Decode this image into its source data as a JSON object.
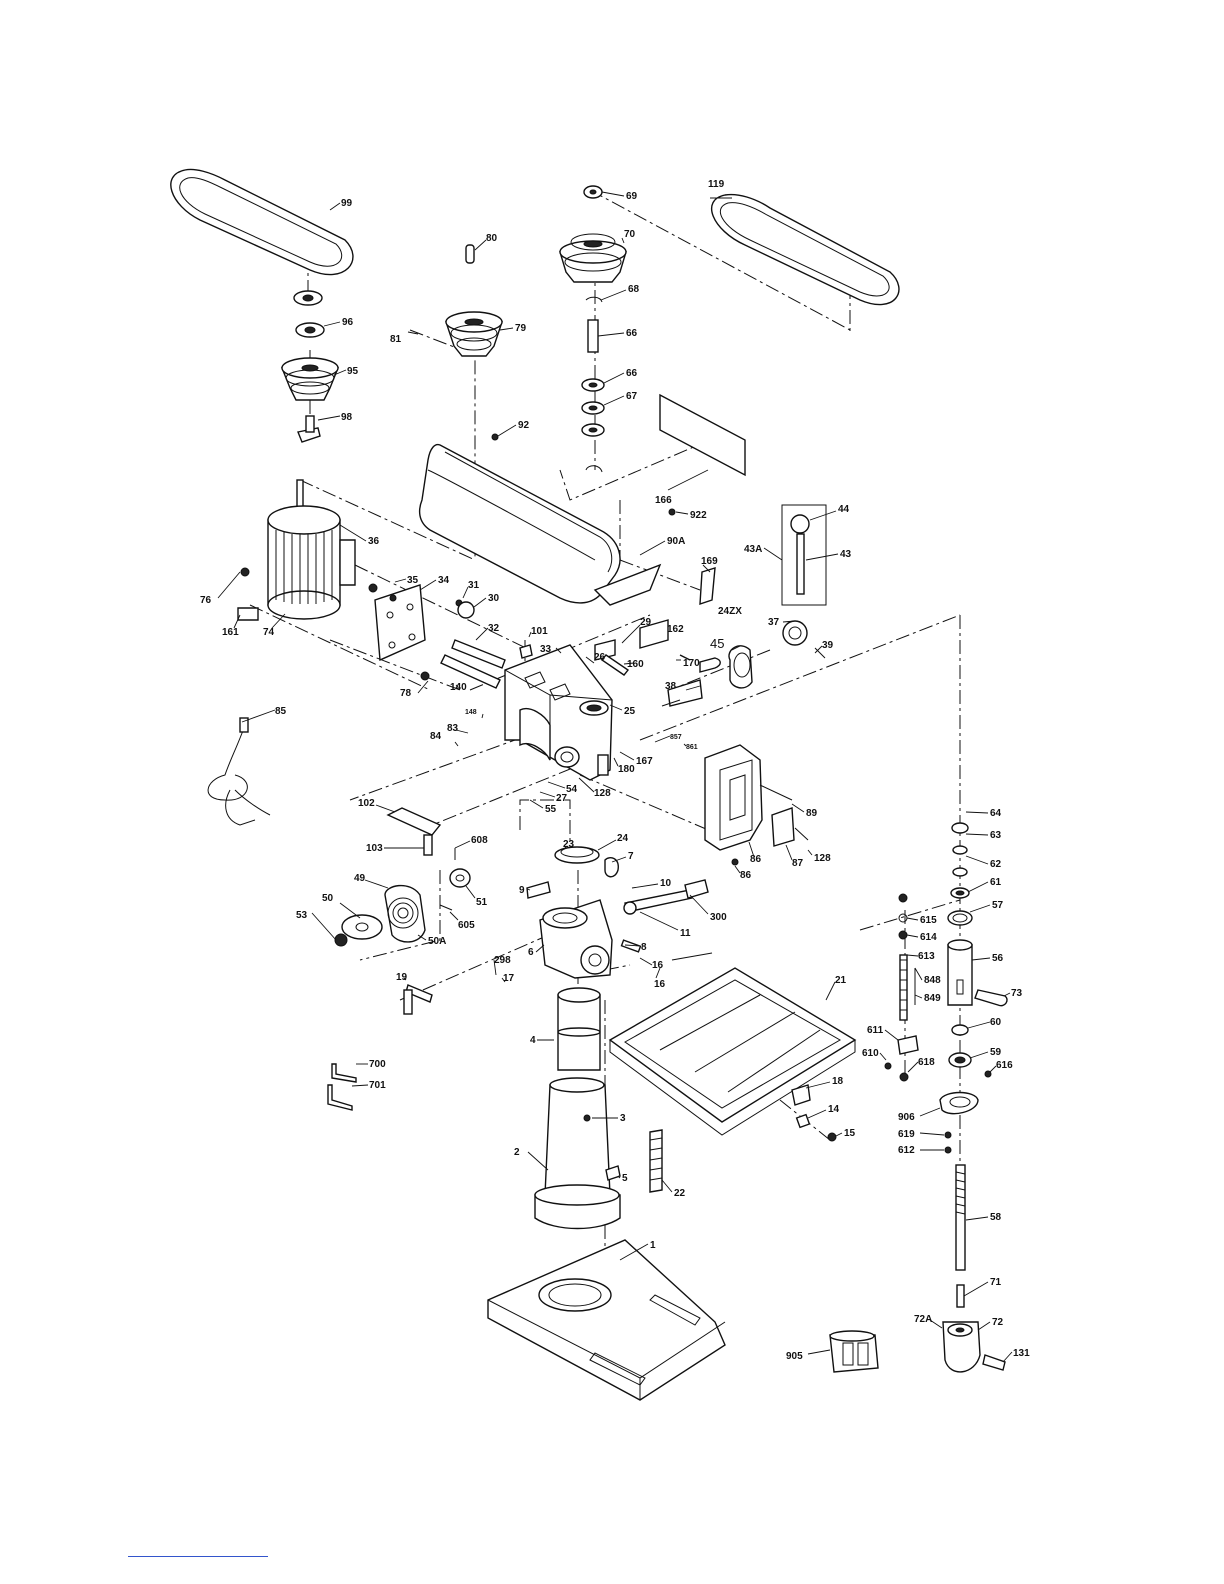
{
  "diagram": {
    "labels": [
      {
        "id": "p99",
        "text": "99"
      },
      {
        "id": "p96a",
        "text": "96"
      },
      {
        "id": "p95",
        "text": "95"
      },
      {
        "id": "p98",
        "text": "98"
      },
      {
        "id": "p80",
        "text": "80"
      },
      {
        "id": "p79",
        "text": "79"
      },
      {
        "id": "p81",
        "text": "81"
      },
      {
        "id": "p69",
        "text": "69"
      },
      {
        "id": "p70",
        "text": "70"
      },
      {
        "id": "p68",
        "text": "68"
      },
      {
        "id": "p66",
        "text": "66"
      },
      {
        "id": "p66b",
        "text": "66"
      },
      {
        "id": "p67",
        "text": "67"
      },
      {
        "id": "p119",
        "text": "119"
      },
      {
        "id": "p92",
        "text": "92"
      },
      {
        "id": "p166",
        "text": "166"
      },
      {
        "id": "p922",
        "text": "922"
      },
      {
        "id": "p90A",
        "text": "90A"
      },
      {
        "id": "p44",
        "text": "44"
      },
      {
        "id": "p43A",
        "text": "43A"
      },
      {
        "id": "p43",
        "text": "43"
      },
      {
        "id": "p36",
        "text": "36"
      },
      {
        "id": "p35",
        "text": "35"
      },
      {
        "id": "p34",
        "text": "34"
      },
      {
        "id": "p31",
        "text": "31"
      },
      {
        "id": "p30",
        "text": "30"
      },
      {
        "id": "p76",
        "text": "76"
      },
      {
        "id": "p161",
        "text": "161"
      },
      {
        "id": "p74",
        "text": "74"
      },
      {
        "id": "p169",
        "text": "169"
      },
      {
        "id": "p24ZX",
        "text": "24ZX"
      },
      {
        "id": "p32",
        "text": "32"
      },
      {
        "id": "p101",
        "text": "101"
      },
      {
        "id": "p29",
        "text": "29"
      },
      {
        "id": "p162",
        "text": "162"
      },
      {
        "id": "p37",
        "text": "37"
      },
      {
        "id": "p39",
        "text": "39"
      },
      {
        "id": "p33",
        "text": "33"
      },
      {
        "id": "p26",
        "text": "26"
      },
      {
        "id": "p160",
        "text": "160"
      },
      {
        "id": "p170",
        "text": "170"
      },
      {
        "id": "p45",
        "text": "45"
      },
      {
        "id": "p78",
        "text": "78"
      },
      {
        "id": "p140",
        "text": "140"
      },
      {
        "id": "p38",
        "text": "38"
      },
      {
        "id": "p85",
        "text": "85"
      },
      {
        "id": "p148",
        "text": "148"
      },
      {
        "id": "p25",
        "text": "25"
      },
      {
        "id": "p83",
        "text": "83"
      },
      {
        "id": "p84",
        "text": "84"
      },
      {
        "id": "p857",
        "text": "857"
      },
      {
        "id": "p861",
        "text": "861"
      },
      {
        "id": "p180",
        "text": "180"
      },
      {
        "id": "p167",
        "text": "167"
      },
      {
        "id": "p54",
        "text": "54"
      },
      {
        "id": "p27",
        "text": "27"
      },
      {
        "id": "p55",
        "text": "55"
      },
      {
        "id": "p128",
        "text": "128"
      },
      {
        "id": "p89",
        "text": "89"
      },
      {
        "id": "p102",
        "text": "102"
      },
      {
        "id": "p86",
        "text": "86"
      },
      {
        "id": "p87",
        "text": "87"
      },
      {
        "id": "p128b",
        "text": "128"
      },
      {
        "id": "p86b",
        "text": "86"
      },
      {
        "id": "p103",
        "text": "103"
      },
      {
        "id": "p608",
        "text": "608"
      },
      {
        "id": "p23",
        "text": "23"
      },
      {
        "id": "p24",
        "text": "24"
      },
      {
        "id": "p7",
        "text": "7"
      },
      {
        "id": "p49",
        "text": "49"
      },
      {
        "id": "p51",
        "text": "51"
      },
      {
        "id": "p9",
        "text": "9"
      },
      {
        "id": "p10",
        "text": "10"
      },
      {
        "id": "p300",
        "text": "300"
      },
      {
        "id": "p50",
        "text": "50"
      },
      {
        "id": "p605",
        "text": "605"
      },
      {
        "id": "p50A",
        "text": "50A"
      },
      {
        "id": "p53",
        "text": "53"
      },
      {
        "id": "p11",
        "text": "11"
      },
      {
        "id": "p6",
        "text": "6"
      },
      {
        "id": "p8",
        "text": "8"
      },
      {
        "id": "p16a",
        "text": "16"
      },
      {
        "id": "p16",
        "text": "16"
      },
      {
        "id": "p298",
        "text": "298"
      },
      {
        "id": "p17",
        "text": "17"
      },
      {
        "id": "p19",
        "text": "19"
      },
      {
        "id": "p21",
        "text": "21"
      },
      {
        "id": "p64",
        "text": "64"
      },
      {
        "id": "p63",
        "text": "63"
      },
      {
        "id": "p62",
        "text": "62"
      },
      {
        "id": "p61",
        "text": "61"
      },
      {
        "id": "p57",
        "text": "57"
      },
      {
        "id": "p615",
        "text": "615"
      },
      {
        "id": "p614",
        "text": "614"
      },
      {
        "id": "p613",
        "text": "613"
      },
      {
        "id": "p848",
        "text": "848"
      },
      {
        "id": "p849",
        "text": "849"
      },
      {
        "id": "p56",
        "text": "56"
      },
      {
        "id": "p73",
        "text": "73"
      },
      {
        "id": "p60",
        "text": "60"
      },
      {
        "id": "p4",
        "text": "4"
      },
      {
        "id": "p611",
        "text": "611"
      },
      {
        "id": "p610",
        "text": "610"
      },
      {
        "id": "p618",
        "text": "618"
      },
      {
        "id": "p59",
        "text": "59"
      },
      {
        "id": "p616",
        "text": "616"
      },
      {
        "id": "p700",
        "text": "700"
      },
      {
        "id": "p701",
        "text": "701"
      },
      {
        "id": "p18",
        "text": "18"
      },
      {
        "id": "p14",
        "text": "14"
      },
      {
        "id": "p15",
        "text": "15"
      },
      {
        "id": "p906",
        "text": "906"
      },
      {
        "id": "p619",
        "text": "619"
      },
      {
        "id": "p612",
        "text": "612"
      },
      {
        "id": "p3",
        "text": "3"
      },
      {
        "id": "p2",
        "text": "2"
      },
      {
        "id": "p5",
        "text": "5"
      },
      {
        "id": "p22",
        "text": "22"
      },
      {
        "id": "p58",
        "text": "58"
      },
      {
        "id": "p1",
        "text": "1"
      },
      {
        "id": "p71",
        "text": "71"
      },
      {
        "id": "p72A",
        "text": "72A"
      },
      {
        "id": "p72",
        "text": "72"
      },
      {
        "id": "p131",
        "text": "131"
      },
      {
        "id": "p905",
        "text": "905"
      }
    ]
  }
}
